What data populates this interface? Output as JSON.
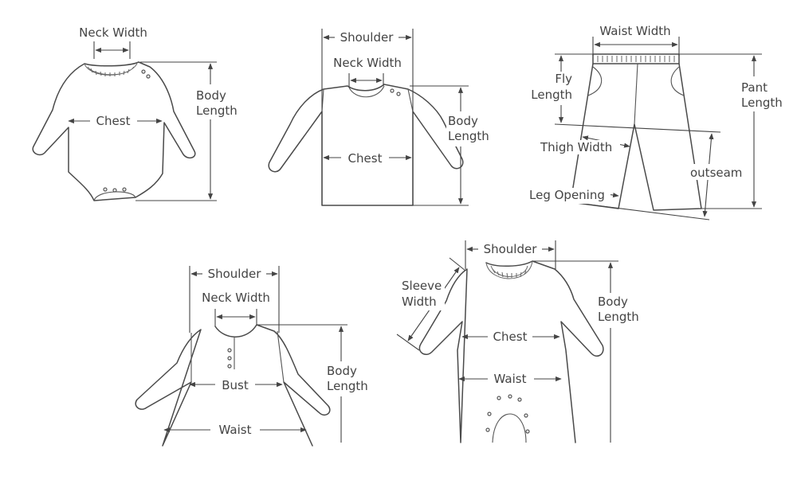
{
  "colors": {
    "line": "#4a4a4a",
    "text": "#444444",
    "background": "#ffffff"
  },
  "bodysuit": {
    "neck_width": "Neck Width",
    "chest": "Chest",
    "body_length_1": "Body",
    "body_length_2": "Length"
  },
  "tshirt": {
    "shoulder": "Shoulder",
    "neck_width": "Neck Width",
    "chest": "Chest",
    "body_length_1": "Body",
    "body_length_2": "Length"
  },
  "pants": {
    "waist_width": "Waist Width",
    "fly_length_1": "Fly",
    "fly_length_2": "Length",
    "pant_length_1": "Pant",
    "pant_length_2": "Length",
    "thigh_width": "Thigh Width",
    "outseam": "outseam",
    "leg_opening": "Leg Opening"
  },
  "dress": {
    "shoulder": "Shoulder",
    "neck_width": "Neck Width",
    "bust": "Bust",
    "waist": "Waist",
    "body_length_1": "Body",
    "body_length_2": "Length"
  },
  "romper": {
    "shoulder": "Shoulder",
    "sleeve_width_1": "Sleeve",
    "sleeve_width_2": "Width",
    "chest": "Chest",
    "waist": "Waist",
    "body_length_1": "Body",
    "body_length_2": "Length"
  }
}
